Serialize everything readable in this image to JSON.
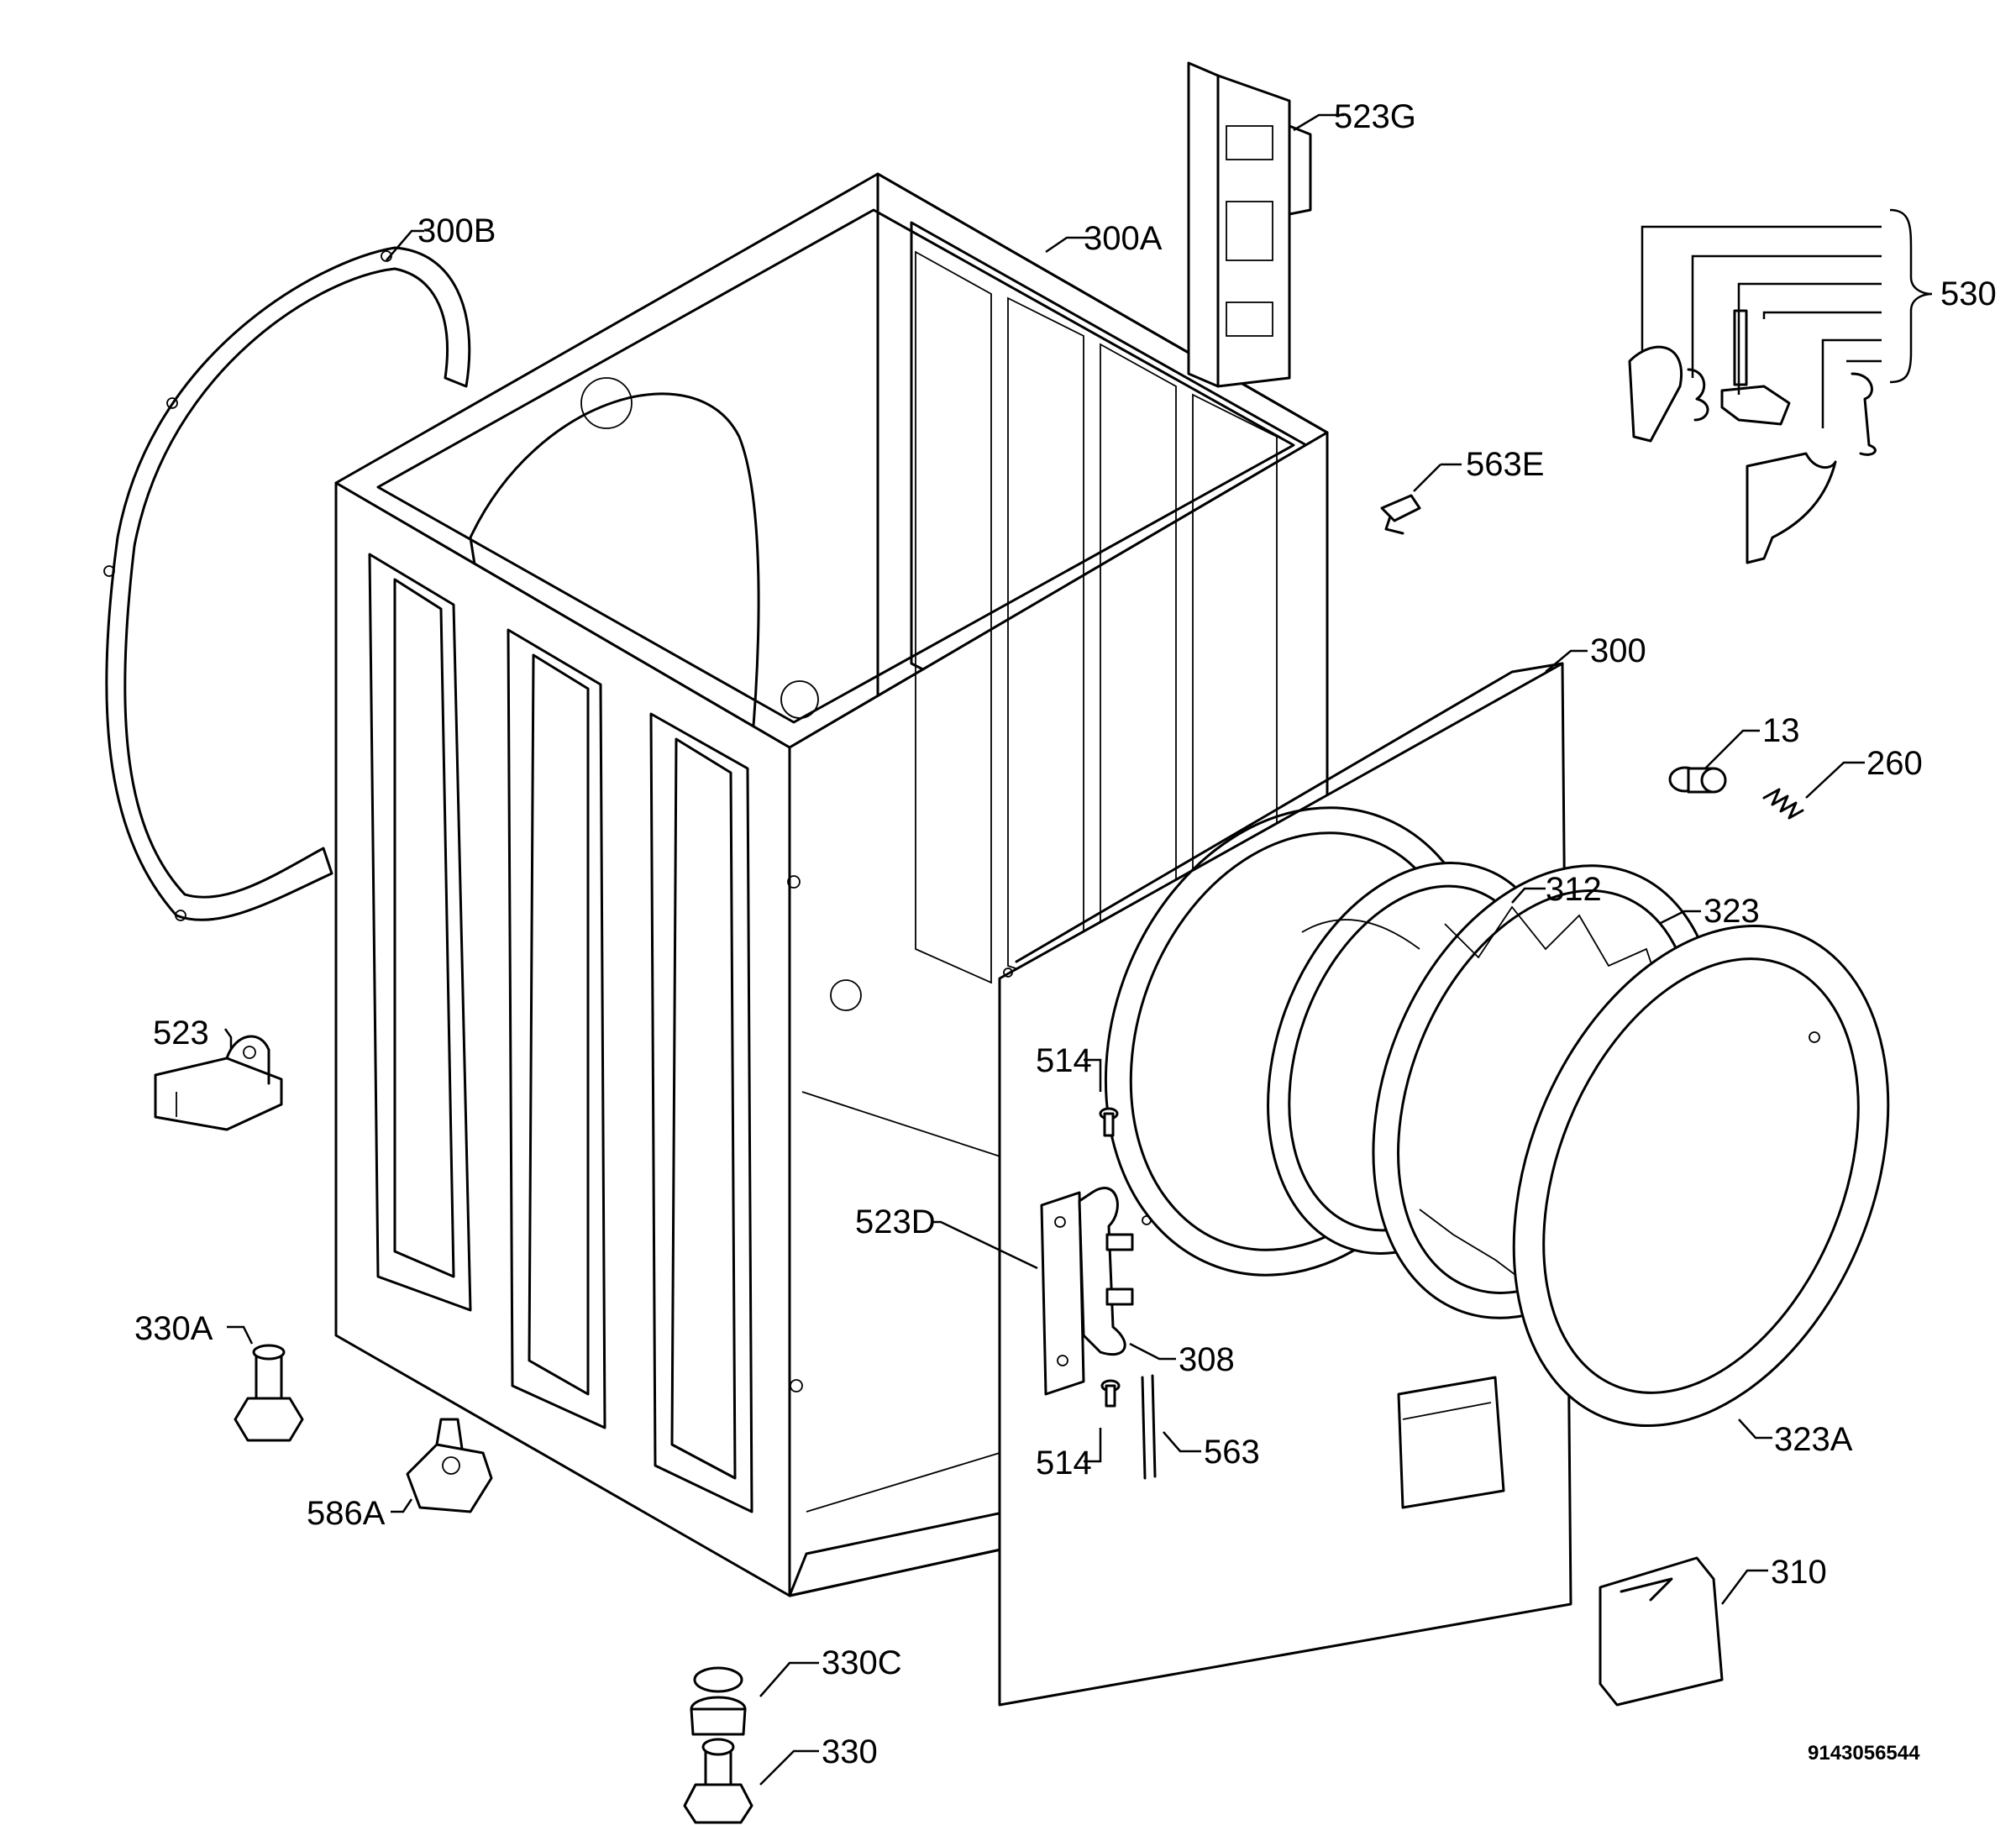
{
  "labels": {
    "l300B": "300B",
    "l300A": "300A",
    "l523G": "523G",
    "l530": "530",
    "l563E": "563E",
    "l300": "300",
    "l13": "13",
    "l260": "260",
    "l312": "312",
    "l323": "323",
    "l523": "523",
    "l514a": "514",
    "l523D": "523D",
    "l308": "308",
    "l330A": "330A",
    "l514b": "514",
    "l563": "563",
    "l323A": "323A",
    "l586A": "586A",
    "l310": "310",
    "l330C": "330C",
    "l330": "330"
  },
  "diagram_code": "9143056544"
}
